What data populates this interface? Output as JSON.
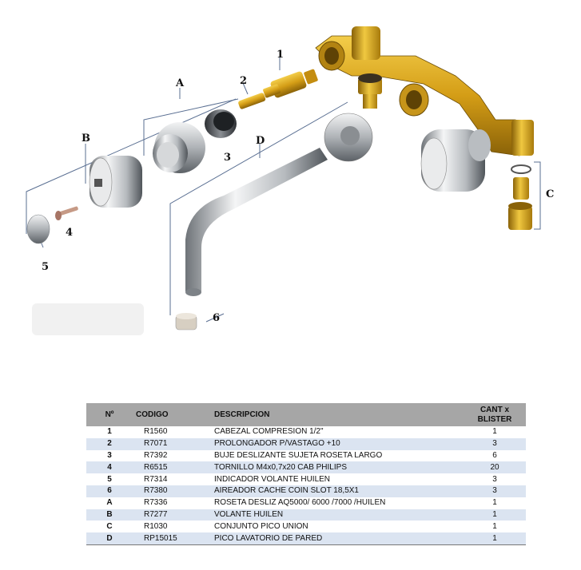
{
  "diagram": {
    "callouts": {
      "c1": "1",
      "c2": "2",
      "c3": "3",
      "c4": "4",
      "c5": "5",
      "c6": "6",
      "cA": "A",
      "cB": "B",
      "cC": "C",
      "cD": "D"
    },
    "colors": {
      "brass": "#d8a21a",
      "chrome": "#c9ccd0",
      "line": "#5a6f92"
    }
  },
  "table": {
    "headers": {
      "num": "Nº",
      "code": "CODIGO",
      "desc": "DESCRIPCION",
      "qty": "CANT x BLISTER"
    },
    "rows": [
      {
        "num": "1",
        "code": "R1560",
        "desc": "CABEZAL COMPRESION 1/2\"",
        "qty": "1"
      },
      {
        "num": "2",
        "code": "R7071",
        "desc": "PROLONGADOR P/VASTAGO +10",
        "qty": "3"
      },
      {
        "num": "3",
        "code": "R7392",
        "desc": "BUJE DESLIZANTE SUJETA ROSETA LARGO",
        "qty": "6"
      },
      {
        "num": "4",
        "code": "R6515",
        "desc": "TORNILLO M4x0,7x20 CAB PHILIPS",
        "qty": "20"
      },
      {
        "num": "5",
        "code": "R7314",
        "desc": "INDICADOR VOLANTE HUILEN",
        "qty": "3"
      },
      {
        "num": "6",
        "code": "R7380",
        "desc": "AIREADOR CACHE COIN SLOT 18,5X1",
        "qty": "3"
      },
      {
        "num": "A",
        "code": "R7336",
        "desc": "ROSETA DESLIZ AQ5000/ 6000 /7000 /HUILEN",
        "qty": "1"
      },
      {
        "num": "B",
        "code": "R7277",
        "desc": "VOLANTE HUILEN",
        "qty": "1"
      },
      {
        "num": "C",
        "code": "R1030",
        "desc": "CONJUNTO PICO UNION",
        "qty": "1"
      },
      {
        "num": "D",
        "code": "RP15015",
        "desc": "PICO LAVATORIO DE PARED",
        "qty": "1"
      }
    ]
  }
}
